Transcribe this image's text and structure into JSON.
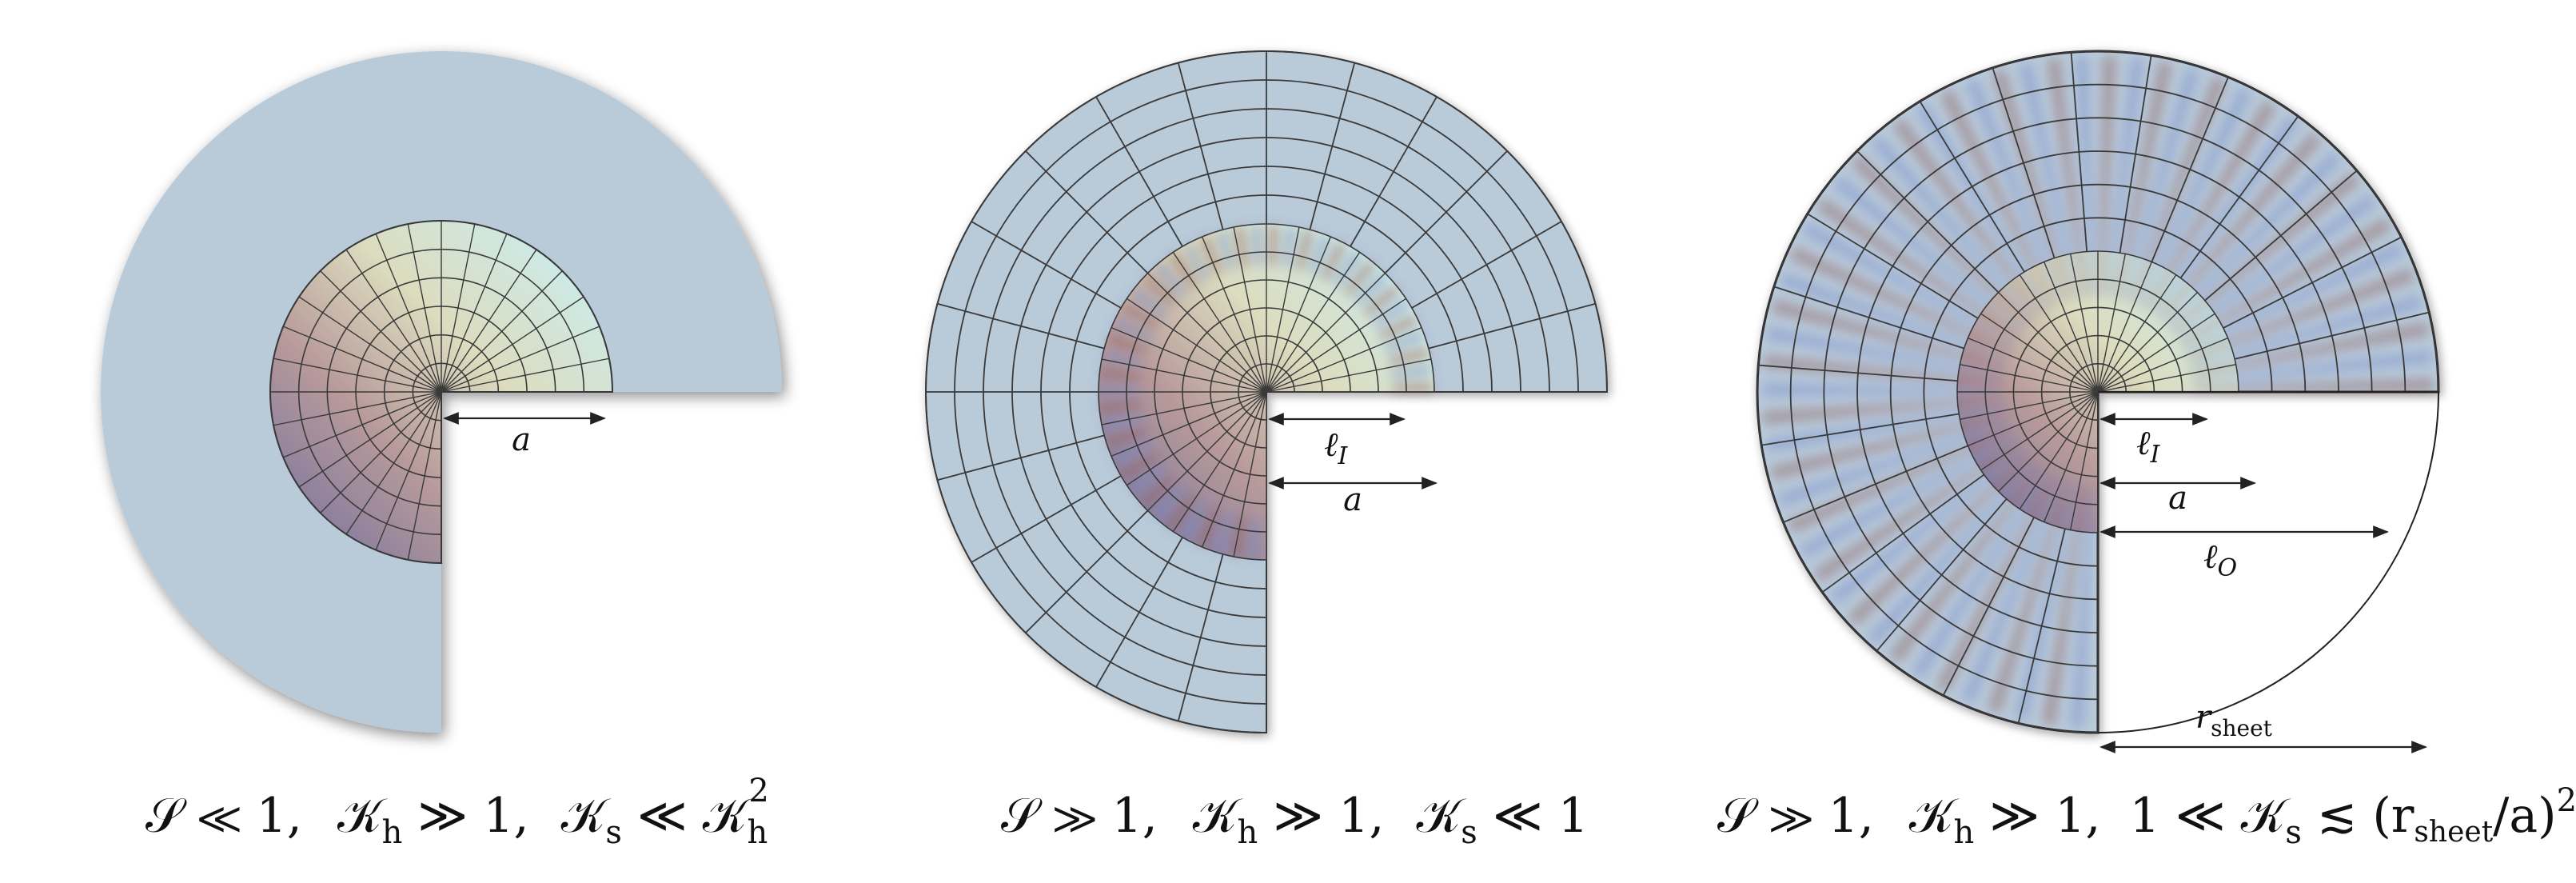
{
  "panels": [
    {
      "id": "panel-1",
      "labels": {
        "a": "a"
      },
      "caption": [
        "𝒮 ≪ 1,",
        "𝒦",
        "h",
        " ≫ 1,",
        "𝒦",
        "s",
        " ≪ 𝒦",
        "h",
        "2"
      ]
    },
    {
      "id": "panel-2",
      "labels": {
        "l_i": "ℓ",
        "l_i_sub": "I",
        "a": "a"
      },
      "caption": [
        "𝒮 ≫ 1,",
        "𝒦",
        "h",
        " ≫ 1,",
        "𝒦",
        "s",
        " ≪ 1"
      ]
    },
    {
      "id": "panel-3",
      "labels": {
        "l_i": "ℓ",
        "l_i_sub": "I",
        "a": "a",
        "l_o": "ℓ",
        "l_o_sub": "O",
        "r_sheet": "r",
        "r_sheet_sub": "sheet"
      },
      "caption": [
        "𝒮 ≫ 1,",
        "𝒦",
        "h",
        " ≫ 1,",
        "1 ≪ 𝒦",
        "s",
        " ≲ (r",
        "sheet",
        "/a)",
        "2"
      ]
    }
  ],
  "colors": {
    "sheet_fill": "#b9cad9",
    "grid_line": "#3a3a3a",
    "arrow": "#222222",
    "wrinkle_red": "#8a5a5a",
    "wrinkle_blue": "#6f86c8"
  }
}
